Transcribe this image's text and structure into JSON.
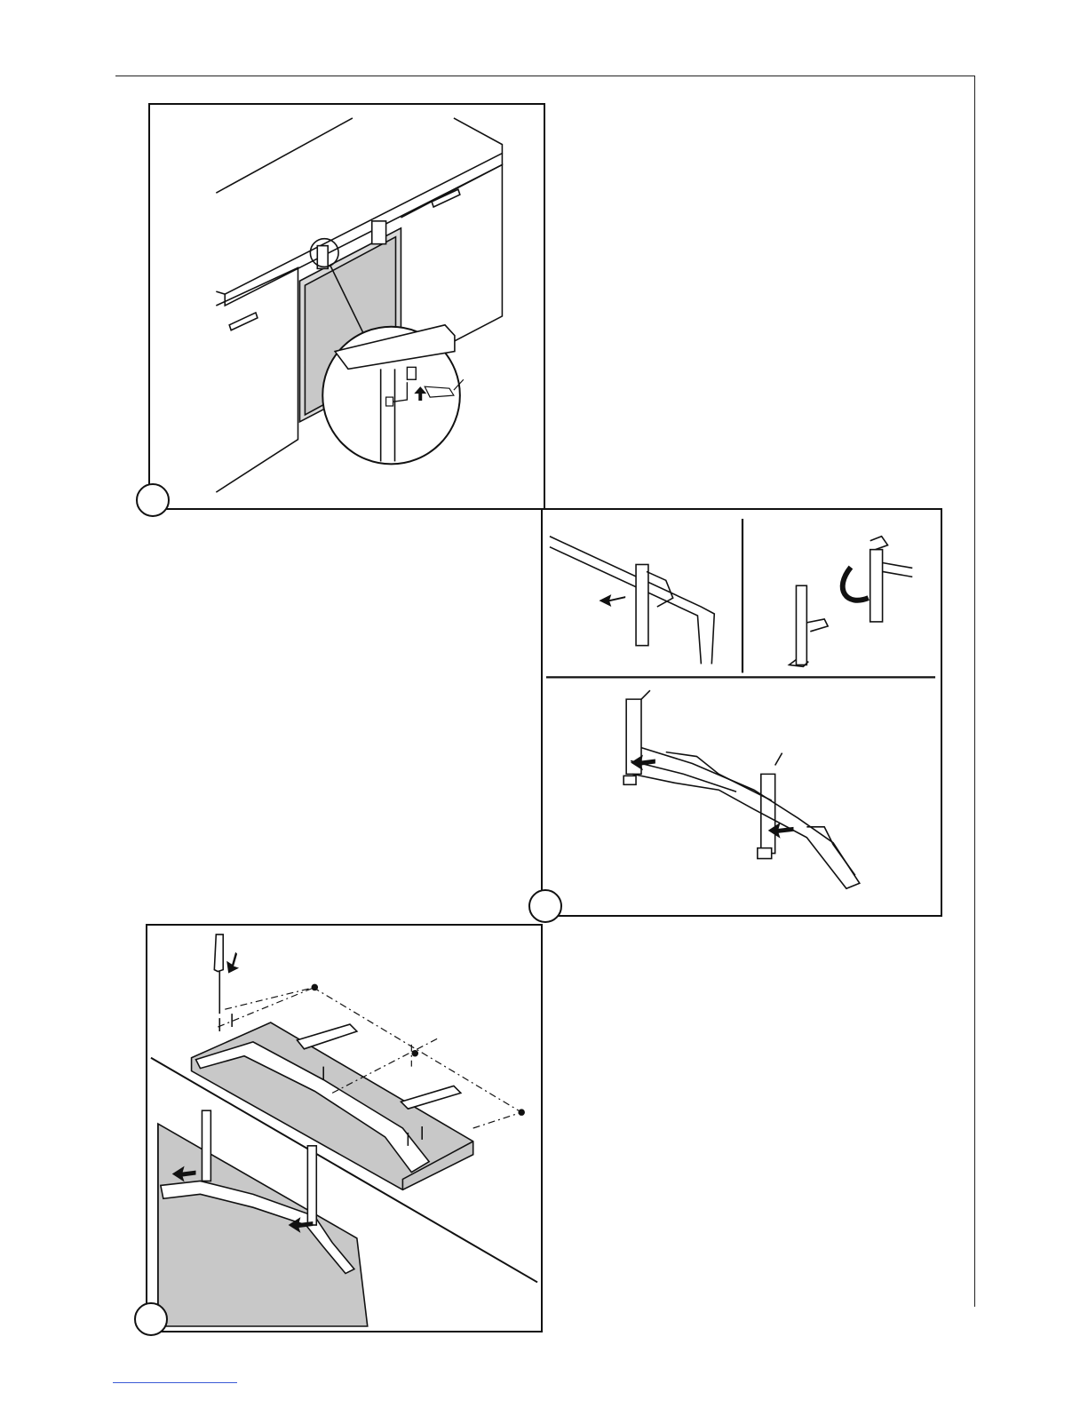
{
  "figures": [
    {
      "id": "fig-a",
      "number": "",
      "alt_icon": "kitchen-cabinet-install-illustration"
    },
    {
      "id": "fig-b",
      "number": "",
      "alt_icon": "mounting-bracket-illustration"
    },
    {
      "id": "fig-c",
      "number": "",
      "alt_icon": "bracket-screw-fixing-illustration"
    }
  ],
  "colors": {
    "line": "#111111",
    "panel": "#c8c8c8",
    "panel_light": "#e6e6e6",
    "link": "#3b5bd6"
  }
}
